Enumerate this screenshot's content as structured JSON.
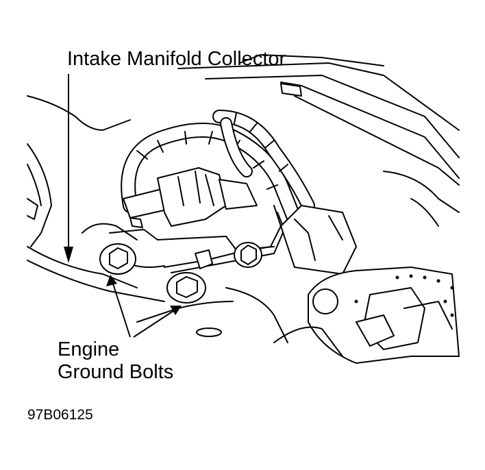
{
  "labels": {
    "intake_manifold_collector": "Intake Manifold Collector",
    "engine_ground_bolts_line1": "Engine",
    "engine_ground_bolts_line2": "Ground Bolts",
    "figure_code": "97B06125"
  },
  "colors": {
    "ink": "#000000",
    "background": "#ffffff"
  }
}
